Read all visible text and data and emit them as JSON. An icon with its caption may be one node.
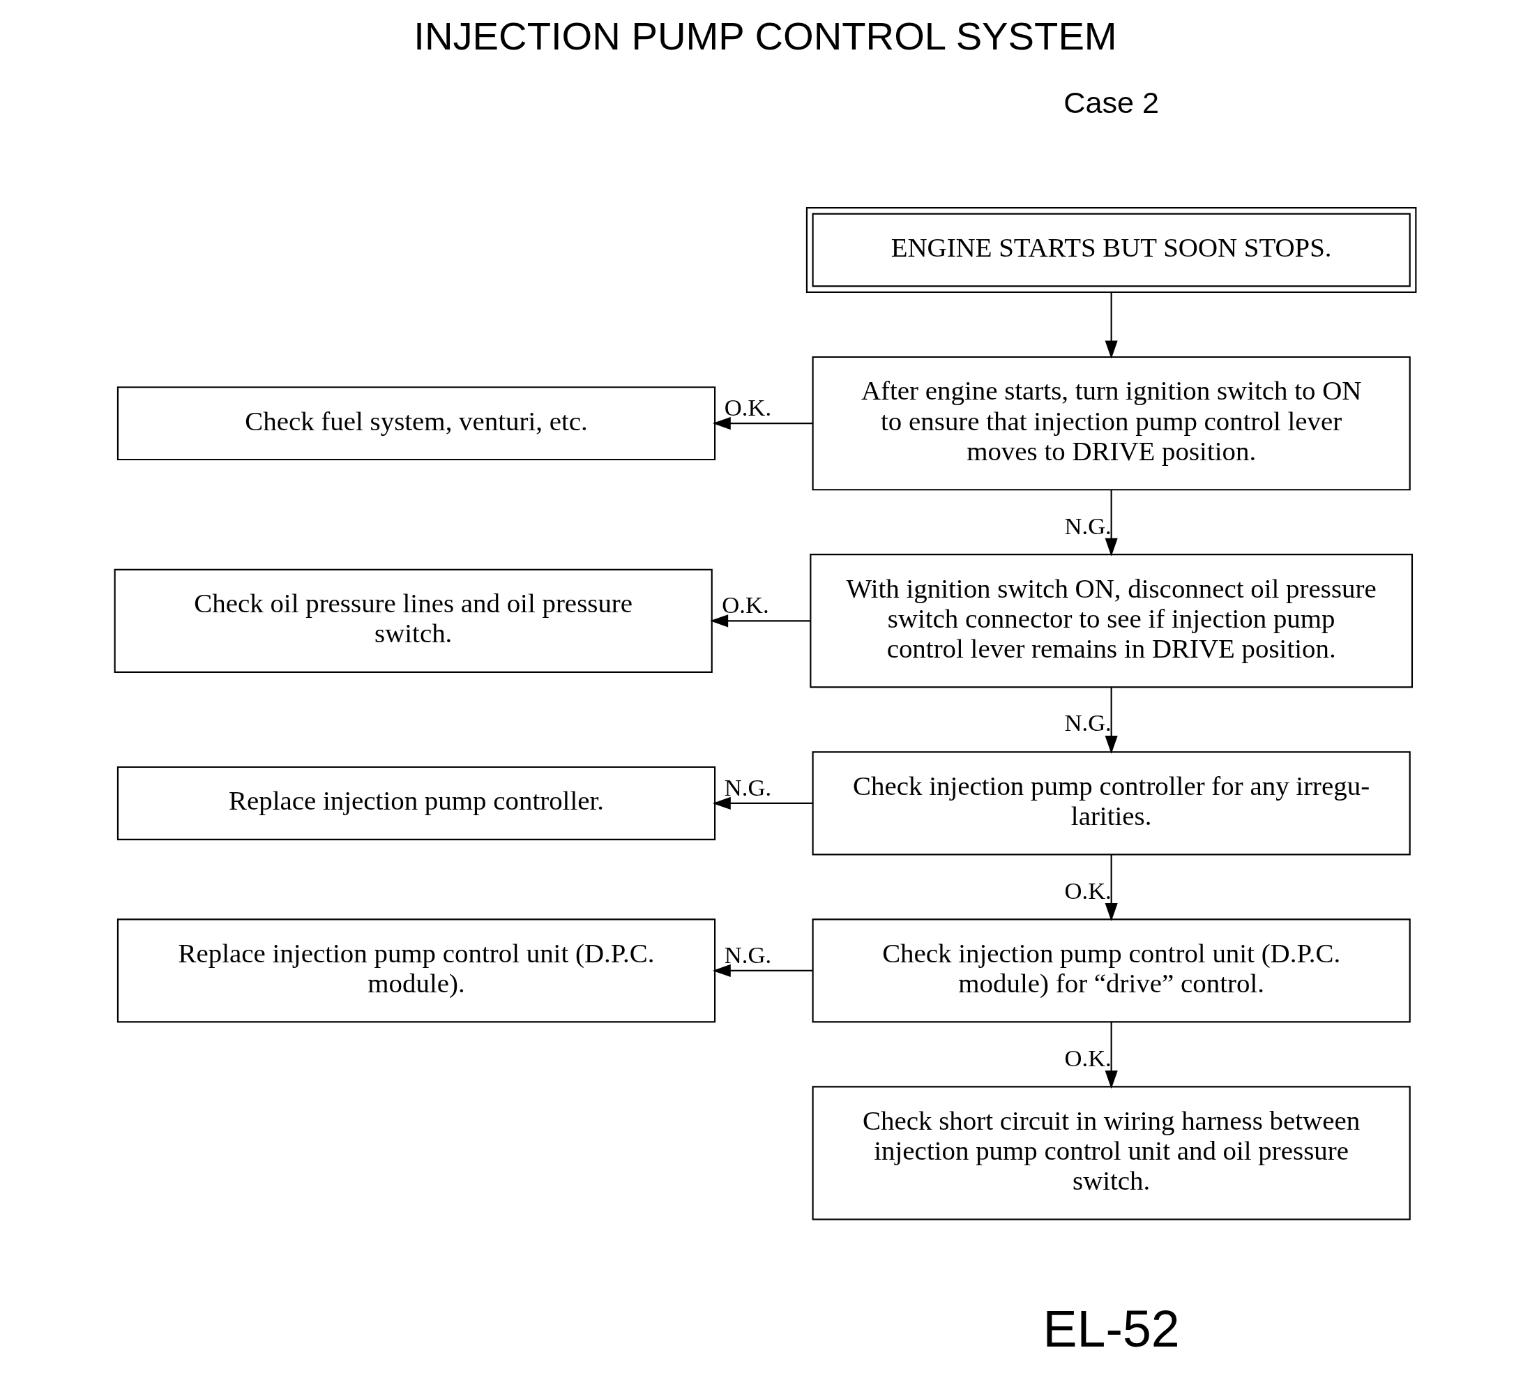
{
  "diagram": {
    "title": "INJECTION PUMP CONTROL SYSTEM",
    "nodes": [
      {
        "text": [
          "ENGINE STARTS BUT SOON STOPS."
        ]
      },
      {
        "text": [
          "After engine starts, turn ignition switch to ON to ensure that injection pump control lever moves to DRIVE position."
        ]
      },
      {
        "text": [
          "Check fuel system, venturi, etc."
        ]
      },
      {
        "text": [
          "With ignition switch ON, disconnect oil pressure switch connector to see if injection pump control lever remains in DRIVE position."
        ]
      },
      {
        "text": [
          "Check oil pressure lines and oil pressure switch."
        ]
      },
      {
        "text": [
          "Check injection pump controller for any irregu- larities."
        ]
      },
      {
        "text": [
          "Replace injection pump controller."
        ]
      },
      {
        "text": [
          "Check injection pump control unit (D.P.C. module) for “drive” control."
        ]
      },
      {
        "text": [
          "Replace injection pump control unit (D.P.C. module)."
        ]
      },
      {
        "text": [
          "Check short circuit in wiring harness between injection pump control unit and oil pressure switch."
        ]
      }
    ],
    "edges": [
      {
        "from": 0,
        "to": 1,
        "arrow": "to"
      },
      {
        "from": 1,
        "to": 2,
        "arrow": "to",
        "label": "O.K."
      },
      {
        "from": 1,
        "to": 3,
        "arrow": "to",
        "label": "N.G."
      },
      {
        "from": 3,
        "to": 4,
        "arrow": "to",
        "label": "O.K."
      },
      {
        "from": 3,
        "to": 5,
        "arrow": "to",
        "label": "N.G."
      },
      {
        "from": 5,
        "to": 6,
        "arrow": "to",
        "label": "N.G."
      },
      {
        "from": 5,
        "to": 7,
        "arrow": "to",
        "label": "O.K."
      },
      {
        "from": 7,
        "to": 8,
        "arrow": "to",
        "label": "N.G."
      },
      {
        "from": 7,
        "to": 9,
        "arrow": "to",
        "label": "O.K."
      }
    ],
    "labels": [
      "Case 2",
      "EL-52"
    ]
  }
}
